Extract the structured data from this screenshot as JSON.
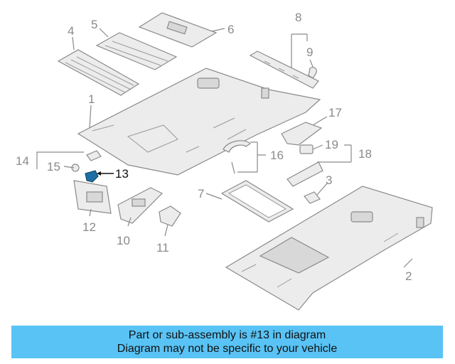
{
  "callouts": {
    "c1": "1",
    "c2": "2",
    "c3": "3",
    "c4": "4",
    "c5": "5",
    "c6": "6",
    "c7": "7",
    "c8": "8",
    "c9": "9",
    "c10": "10",
    "c11": "11",
    "c12": "12",
    "c13": "13",
    "c14": "14",
    "c15": "15",
    "c16": "16",
    "c17": "17",
    "c18": "18",
    "c19": "19"
  },
  "highlight": {
    "part": "13",
    "color": "#1d6fa5"
  },
  "banner": {
    "line1": "Part or sub-assembly is #13 in diagram",
    "line2": "Diagram may not be specific to your vehicle",
    "background": "#59c3f5"
  }
}
